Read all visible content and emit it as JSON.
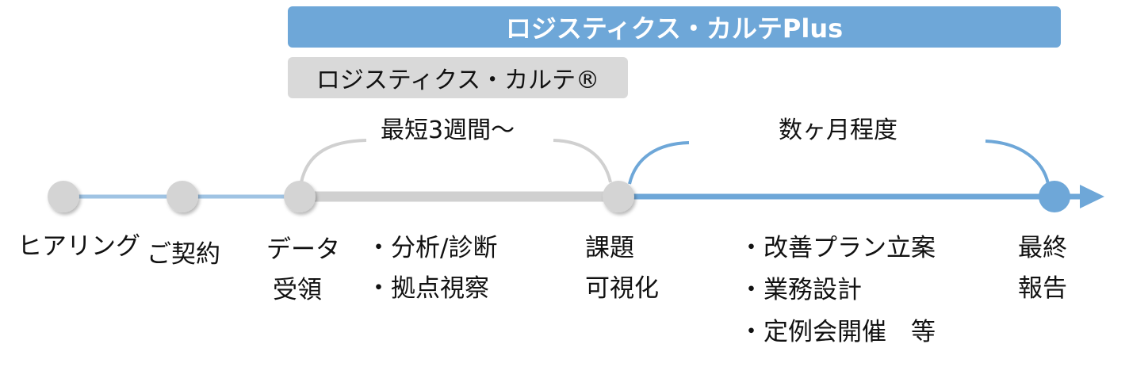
{
  "colors": {
    "accent_blue": "#6ea7d8",
    "gray_fill": "#d9d9d9",
    "gray_line": "#d0d0d0",
    "node_gray": "#d4d4d4"
  },
  "bars": {
    "plus": "ロジスティクス・カルテPlus",
    "karte": "ロジスティクス・カルテ®"
  },
  "durations": {
    "short": "最短3週間～",
    "long": "数ヶ月程度"
  },
  "steps": {
    "hearing": "ヒアリング",
    "contract": "ご契約",
    "data_line1": "データ",
    "data_line2": "受領",
    "issue_line1": "課題",
    "issue_line2": "可視化",
    "final_line1": "最終",
    "final_line2": "報告"
  },
  "activities": {
    "karte": [
      "・分析/診断",
      "・拠点視察"
    ],
    "plus": [
      "・改善プラン立案",
      "・業務設計",
      "・定例会開催　等"
    ]
  }
}
